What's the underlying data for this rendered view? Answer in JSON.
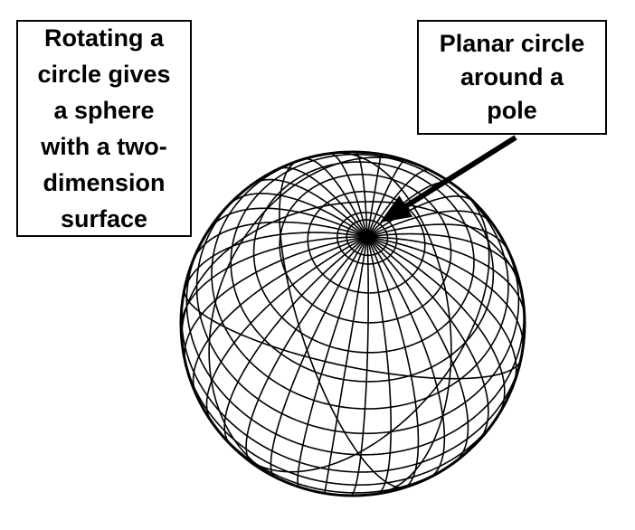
{
  "left_label": {
    "lines": [
      "Rotating a",
      "circle gives",
      "a sphere",
      "with a two-",
      "dimension",
      "surface"
    ]
  },
  "right_label": {
    "lines": [
      "Planar circle",
      "around a",
      "pole"
    ]
  },
  "colors": {
    "ink": "#000000",
    "background": "#ffffff"
  },
  "sphere": {
    "meridian_count": 36,
    "parallel_count": 17
  }
}
